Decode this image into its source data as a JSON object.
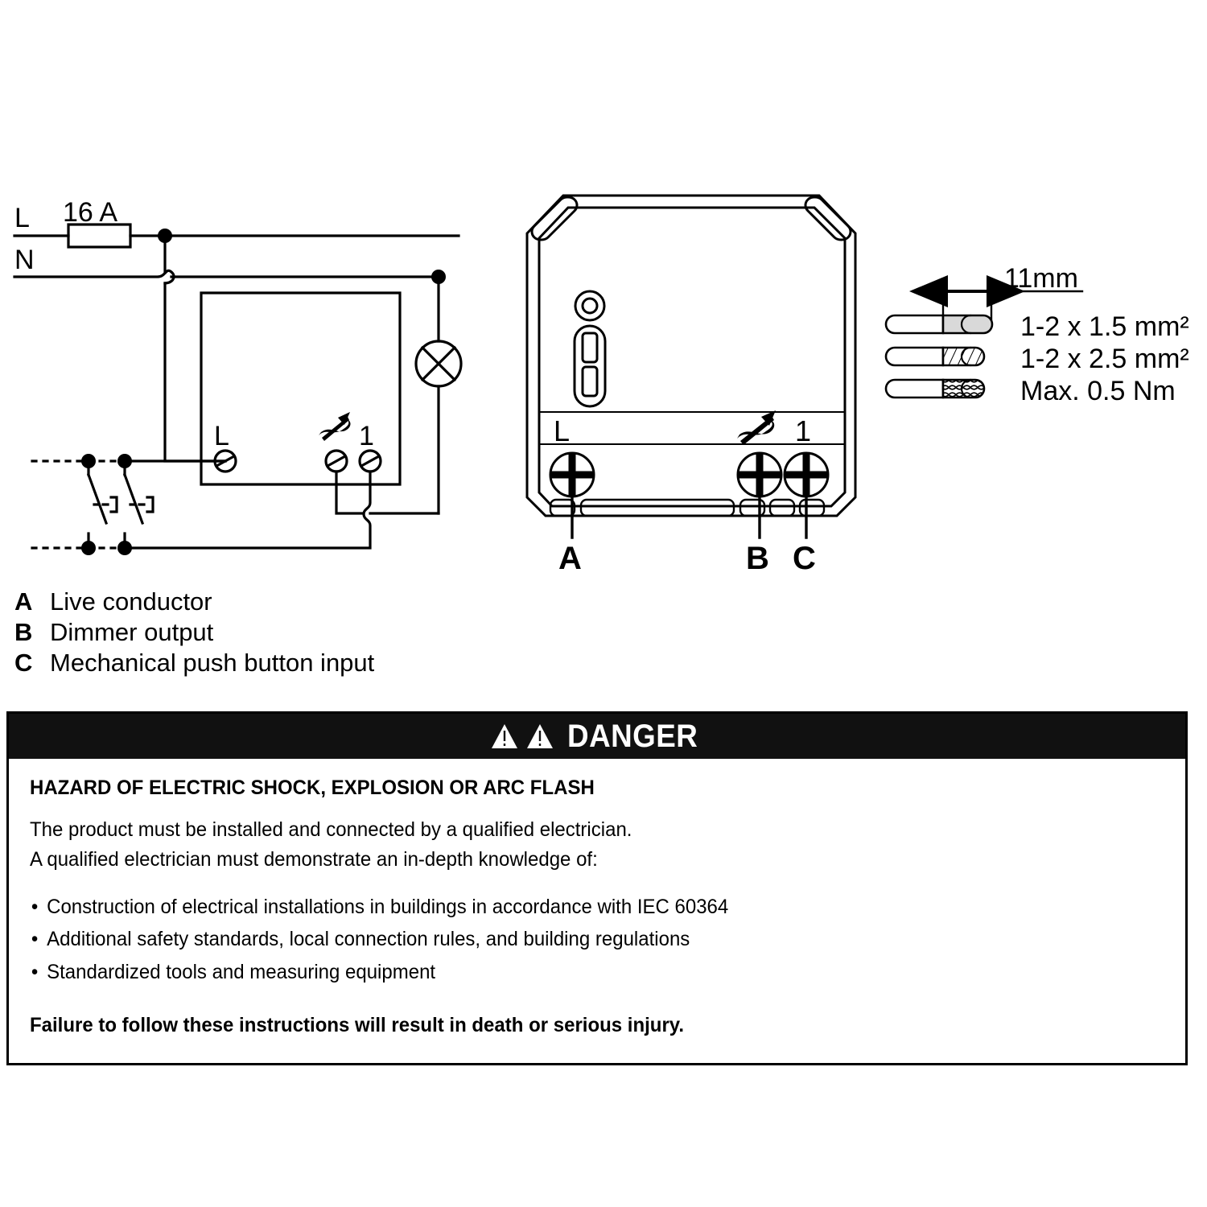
{
  "diagram": {
    "wiring": {
      "line_labels": [
        "L",
        "N"
      ],
      "fuse_rating": "16 A",
      "terminal_live": "L",
      "terminal_dimmer": "↗",
      "terminal_push": "1",
      "lamp_symbol": "crossed-circle-lamp",
      "switch_symbol": "momentary-push-button"
    },
    "device": {
      "terminal_labels": {
        "live": "L",
        "dimmer": "dimmer-arrow",
        "push_input": "1"
      },
      "callouts": [
        "A",
        "B",
        "C"
      ]
    },
    "wire_spec": {
      "strip_length": "11mm",
      "lines": [
        "1-2 x 1.5 mm²",
        "1-2 x 2.5 mm²",
        "Max. 0.5 Nm"
      ]
    }
  },
  "legend": {
    "items": [
      {
        "key": "A",
        "text": "Live conductor"
      },
      {
        "key": "B",
        "text": "Dimmer output"
      },
      {
        "key": "C",
        "text": "Mechanical push button input"
      }
    ]
  },
  "danger": {
    "title": "DANGER",
    "heading": "HAZARD OF ELECTRIC SHOCK, EXPLOSION OR ARC FLASH",
    "paragraphs": [
      "The product must be installed and connected by a qualified electrician.",
      "A qualified electrician must demonstrate an in-depth knowledge of:"
    ],
    "bullets": [
      "Construction of electrical installations in buildings in accordance with IEC 60364",
      "Additional safety standards, local connection rules, and building regulations",
      "Standardized tools and measuring equipment"
    ],
    "footer": "Failure to follow these instructions will result in death or serious injury.",
    "header_bg": "#111111",
    "header_fg": "#ffffff"
  }
}
